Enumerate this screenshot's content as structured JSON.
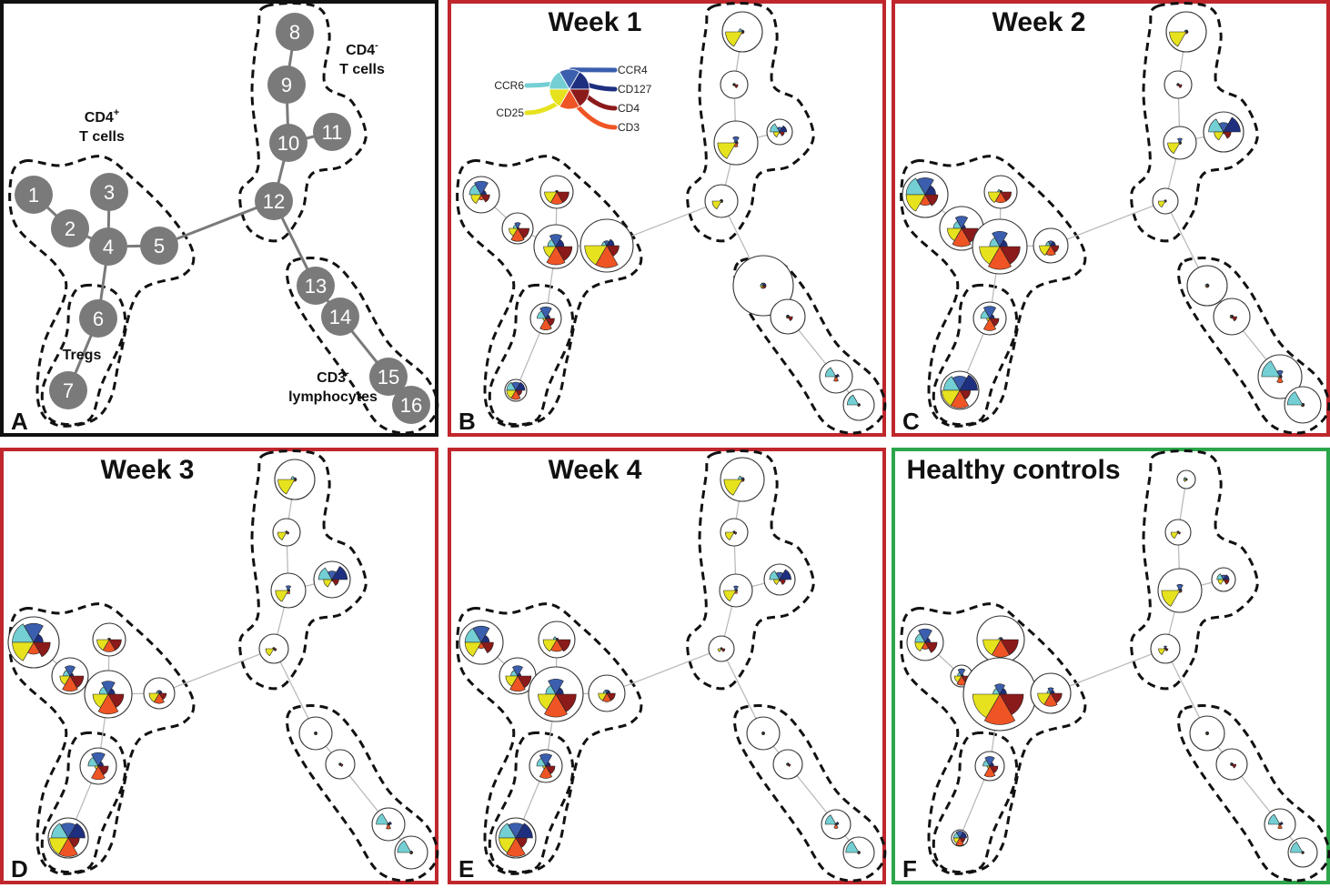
{
  "colors": {
    "CCR6": "#73cfd3",
    "CCR4": "#3b5fae",
    "CD127": "#1f2f80",
    "CD4": "#8b1a1a",
    "CD3": "#ef5524",
    "CD25": "#e6e21e",
    "white": "#ffffff",
    "node_gray": "#7a7a7a",
    "edge": "#bbbbbb",
    "black_border": "#111111",
    "red_border": "#c0272d",
    "green_border": "#2ca64a"
  },
  "panel_a": {
    "letter": "A",
    "nodes": [
      "1",
      "2",
      "3",
      "4",
      "5",
      "6",
      "7",
      "8",
      "9",
      "10",
      "11",
      "12",
      "13",
      "14",
      "15",
      "16"
    ],
    "groups": {
      "cd4pos_main": "CD4",
      "cd4pos_sup": "+",
      "cd4pos_sub": "T cells",
      "cd4neg_main": "CD4",
      "cd4neg_sup": "-",
      "cd4neg_sub": "T cells",
      "tregs": "Tregs",
      "cd3neg_main": "CD3",
      "cd3neg_sup": "-",
      "cd3neg_sub": "lymphocytes"
    }
  },
  "legend": {
    "markers": [
      "CCR4",
      "CD127",
      "CD4",
      "CD3",
      "CD25",
      "CCR6"
    ]
  },
  "panels": [
    {
      "letter": "B",
      "title": "Week 1",
      "border": "red",
      "sizes": [
        20,
        17,
        18,
        24,
        29,
        17,
        12,
        22,
        15,
        24,
        14,
        18,
        33,
        19,
        18,
        17
      ],
      "values": [
        [
          0.7,
          0.8,
          0.3,
          0.5,
          0.3,
          0.6
        ],
        [
          0.3,
          0.4,
          0.1,
          0.8,
          0.9,
          0.6
        ],
        [
          0.1,
          0.1,
          0.1,
          0.8,
          0.8,
          0.8
        ],
        [
          0.4,
          0.6,
          0.4,
          0.8,
          0.9,
          0.6
        ],
        [
          0.2,
          0.2,
          0.3,
          0.5,
          0.9,
          0.9
        ],
        [
          0.6,
          0.8,
          0.3,
          0.6,
          0.8,
          0.2
        ],
        [
          0.9,
          0.8,
          0.9,
          0.6,
          0.9,
          0.9
        ],
        [
          0.2,
          0.1,
          0.1,
          0.1,
          0.1,
          0.9
        ],
        [
          0.1,
          0.1,
          0.1,
          0.3,
          0.1,
          0.1
        ],
        [
          0.1,
          0.3,
          0.1,
          0.1,
          0.2,
          0.9
        ],
        [
          0.8,
          0.4,
          0.6,
          0.4,
          0.1,
          0.5
        ],
        [
          0.1,
          0.1,
          0.1,
          0.1,
          0.1,
          0.6
        ],
        [
          0.1,
          0.1,
          0.1,
          0.1,
          0.1,
          0.1
        ],
        [
          0.1,
          0.1,
          0.1,
          0.3,
          0.1,
          0.1
        ],
        [
          0.7,
          0.1,
          0.2,
          0.1,
          0.3,
          0.1
        ],
        [
          0.8,
          0.1,
          0.1,
          0.1,
          0.1,
          0.1
        ]
      ]
    },
    {
      "letter": "C",
      "title": "Week 2",
      "border": "red",
      "sizes": [
        25,
        24,
        18,
        30,
        19,
        18,
        21,
        22,
        15,
        18,
        22,
        14,
        22,
        20,
        24,
        20
      ],
      "values": [
        [
          0.9,
          0.8,
          0.5,
          0.6,
          0.5,
          0.9
        ],
        [
          0.4,
          0.6,
          0.2,
          0.8,
          0.9,
          0.7
        ],
        [
          0.2,
          0.1,
          0.1,
          0.7,
          0.7,
          0.8
        ],
        [
          0.4,
          0.6,
          0.3,
          0.8,
          0.9,
          0.8
        ],
        [
          0.3,
          0.3,
          0.3,
          0.5,
          0.6,
          0.7
        ],
        [
          0.6,
          0.8,
          0.3,
          0.6,
          0.8,
          0.2
        ],
        [
          0.9,
          0.8,
          1.0,
          0.6,
          1.0,
          1.0
        ],
        [
          0.1,
          0.1,
          0.1,
          0.1,
          0.1,
          0.9
        ],
        [
          0.1,
          0.1,
          0.1,
          0.3,
          0.1,
          0.1
        ],
        [
          0.1,
          0.3,
          0.1,
          0.1,
          0.1,
          0.8
        ],
        [
          0.8,
          0.5,
          0.9,
          0.4,
          0.1,
          0.5
        ],
        [
          0.1,
          0.1,
          0.1,
          0.1,
          0.1,
          0.6
        ],
        [
          0.1,
          0.1,
          0.1,
          0.1,
          0.1,
          0.1
        ],
        [
          0.1,
          0.1,
          0.1,
          0.3,
          0.1,
          0.1
        ],
        [
          0.9,
          0.3,
          0.1,
          0.1,
          0.3,
          0.1
        ],
        [
          0.9,
          0.1,
          0.1,
          0.1,
          0.1,
          0.1
        ]
      ]
    },
    {
      "letter": "D",
      "title": "Week 3",
      "border": "red",
      "sizes": [
        28,
        20,
        18,
        26,
        17,
        20,
        22,
        22,
        15,
        19,
        20,
        16,
        18,
        16,
        18,
        18
      ],
      "values": [
        [
          0.9,
          0.8,
          0.4,
          0.7,
          0.5,
          0.9
        ],
        [
          0.4,
          0.6,
          0.2,
          0.8,
          0.9,
          0.6
        ],
        [
          0.1,
          0.1,
          0.1,
          0.8,
          0.8,
          0.8
        ],
        [
          0.4,
          0.6,
          0.3,
          0.7,
          0.9,
          0.7
        ],
        [
          0.2,
          0.2,
          0.2,
          0.5,
          0.7,
          0.7
        ],
        [
          0.6,
          0.8,
          0.3,
          0.6,
          0.8,
          0.2
        ],
        [
          0.9,
          0.8,
          0.9,
          0.6,
          1.0,
          1.0
        ],
        [
          0.2,
          0.1,
          0.1,
          0.1,
          0.1,
          0.9
        ],
        [
          0.1,
          0.1,
          0.1,
          0.2,
          0.1,
          0.7
        ],
        [
          0.1,
          0.3,
          0.1,
          0.1,
          0.2,
          0.8
        ],
        [
          0.8,
          0.5,
          0.9,
          0.4,
          0.1,
          0.5
        ],
        [
          0.1,
          0.1,
          0.1,
          0.2,
          0.1,
          0.6
        ],
        [
          0.1,
          0.1,
          0.1,
          0.1,
          0.1,
          0.1
        ],
        [
          0.1,
          0.1,
          0.1,
          0.2,
          0.1,
          0.1
        ],
        [
          0.8,
          0.1,
          0.2,
          0.1,
          0.3,
          0.1
        ],
        [
          0.9,
          0.1,
          0.1,
          0.1,
          0.1,
          0.1
        ]
      ]
    },
    {
      "letter": "E",
      "title": "Week 4",
      "border": "red",
      "sizes": [
        24,
        20,
        20,
        30,
        20,
        18,
        22,
        24,
        15,
        18,
        17,
        14,
        18,
        16,
        16,
        17
      ],
      "values": [
        [
          0.8,
          0.8,
          0.4,
          0.6,
          0.3,
          0.8
        ],
        [
          0.4,
          0.6,
          0.2,
          0.8,
          0.9,
          0.7
        ],
        [
          0.2,
          0.1,
          0.1,
          0.8,
          0.7,
          0.8
        ],
        [
          0.4,
          0.6,
          0.3,
          0.8,
          0.9,
          0.7
        ],
        [
          0.2,
          0.2,
          0.2,
          0.5,
          0.5,
          0.5
        ],
        [
          0.6,
          0.8,
          0.3,
          0.6,
          0.8,
          0.2
        ],
        [
          0.9,
          0.8,
          0.9,
          0.6,
          1.0,
          0.9
        ],
        [
          0.2,
          0.1,
          0.1,
          0.1,
          0.1,
          0.9
        ],
        [
          0.1,
          0.1,
          0.1,
          0.2,
          0.1,
          0.7
        ],
        [
          0.1,
          0.3,
          0.1,
          0.1,
          0.2,
          0.8
        ],
        [
          0.7,
          0.5,
          0.8,
          0.4,
          0.1,
          0.4
        ],
        [
          0.1,
          0.1,
          0.1,
          0.3,
          0.1,
          0.3
        ],
        [
          0.1,
          0.1,
          0.1,
          0.1,
          0.1,
          0.1
        ],
        [
          0.1,
          0.1,
          0.1,
          0.2,
          0.1,
          0.1
        ],
        [
          0.8,
          0.1,
          0.2,
          0.1,
          0.3,
          0.1
        ],
        [
          0.9,
          0.1,
          0.1,
          0.1,
          0.1,
          0.1
        ]
      ]
    },
    {
      "letter": "F",
      "title": "Healthy controls",
      "border": "green",
      "sizes": [
        20,
        12,
        26,
        40,
        22,
        16,
        9,
        10,
        14,
        24,
        13,
        16,
        19,
        17,
        17,
        16
      ],
      "values": [
        [
          0.6,
          0.8,
          0.3,
          0.7,
          0.4,
          0.6
        ],
        [
          0.4,
          0.7,
          0.2,
          0.7,
          0.9,
          0.7
        ],
        [
          0.1,
          0.1,
          0.1,
          0.8,
          0.8,
          0.8
        ],
        [
          0.2,
          0.3,
          0.2,
          0.7,
          0.9,
          0.8
        ],
        [
          0.2,
          0.3,
          0.2,
          0.6,
          0.7,
          0.7
        ],
        [
          0.5,
          0.7,
          0.3,
          0.6,
          0.8,
          0.2
        ],
        [
          0.8,
          0.9,
          0.9,
          0.7,
          1.0,
          0.8
        ],
        [
          0.3,
          0.1,
          0.1,
          0.1,
          0.1,
          0.3
        ],
        [
          0.1,
          0.1,
          0.1,
          0.2,
          0.1,
          0.6
        ],
        [
          0.1,
          0.3,
          0.1,
          0.1,
          0.1,
          0.9
        ],
        [
          0.6,
          0.4,
          0.5,
          0.5,
          0.1,
          0.5
        ],
        [
          0.1,
          0.2,
          0.1,
          0.2,
          0.1,
          0.5
        ],
        [
          0.1,
          0.1,
          0.1,
          0.1,
          0.1,
          0.1
        ],
        [
          0.1,
          0.1,
          0.1,
          0.3,
          0.1,
          0.1
        ],
        [
          0.8,
          0.1,
          0.2,
          0.1,
          0.3,
          0.1
        ],
        [
          0.9,
          0.1,
          0.1,
          0.1,
          0.1,
          0.1
        ]
      ]
    }
  ]
}
